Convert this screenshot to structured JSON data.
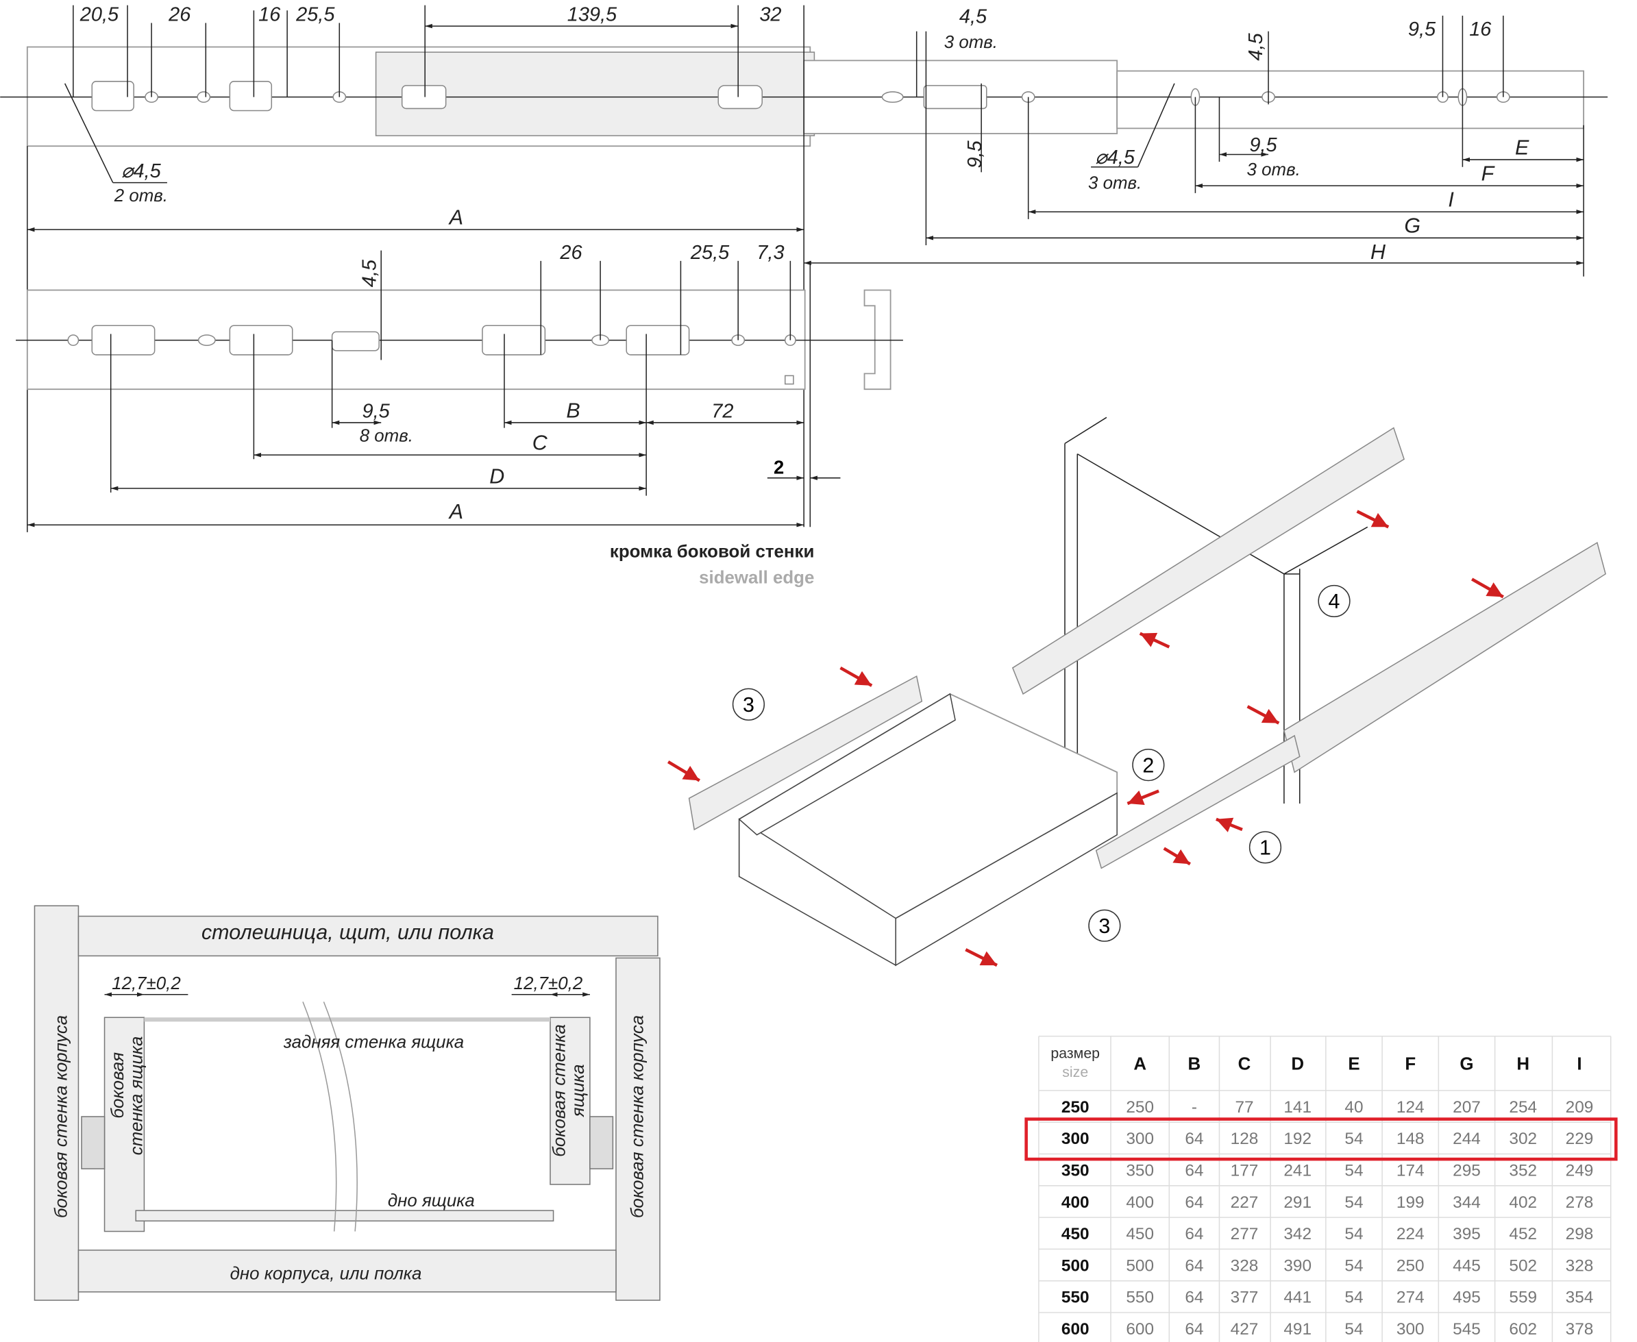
{
  "top_drawing": {
    "dims": {
      "d20_5": "20,5",
      "d26": "26",
      "d16": "16",
      "d25_5": "25,5",
      "d139_5": "139,5",
      "d32": "32",
      "d4_5a": "4,5",
      "holes3a": "3 отв.",
      "d9_5r": "9,5",
      "d16r": "16",
      "d4_5v": "4,5",
      "dia_left": "⌀4,5",
      "holes2": "2 отв.",
      "d9_5v": "9,5",
      "dia_right": "⌀4,5",
      "holes3b": "3 отв.",
      "d9_5b": "9,5",
      "holes3c": "3 отв.",
      "E": "E",
      "F": "F",
      "I": "I",
      "G": "G",
      "H": "H",
      "A": "A"
    }
  },
  "middle_drawing": {
    "dims": {
      "d4_5": "4,5",
      "d26": "26",
      "d25_5": "25,5",
      "d7_3": "7,3",
      "d9_5": "9,5",
      "holes8": "8 отв.",
      "B": "B",
      "d72": "72",
      "C": "C",
      "D": "D",
      "A": "A",
      "d2": "2"
    },
    "edge_label_ru": "кромка боковой стенки",
    "edge_label_en": "sidewall edge"
  },
  "assembly": {
    "steps": [
      "3",
      "4",
      "2",
      "1",
      "3"
    ]
  },
  "section": {
    "top": "столешница, щит, или полка",
    "gap_left": "12,7±0,2",
    "gap_right": "12,7±0,2",
    "back": "задняя стенка ящика",
    "bottom_drawer": "дно ящика",
    "bottom_cabinet": "дно корпуса, или полка",
    "side_cabinet_left": "боковая стенка корпуса",
    "side_drawer_left_1": "боковая",
    "side_drawer_left_2": "стенка ящика",
    "side_drawer_right_1": "боковая стенка",
    "side_drawer_right_2": "ящика",
    "side_cabinet_right": "боковая стенка корпуса"
  },
  "table": {
    "header_ru": "размер",
    "header_en": "size",
    "columns": [
      "A",
      "B",
      "C",
      "D",
      "E",
      "F",
      "G",
      "H",
      "I"
    ],
    "highlight_color": "#e0202a",
    "highlighted_size": "300",
    "rows": [
      {
        "size": "250",
        "values": [
          "250",
          "-",
          "77",
          "141",
          "40",
          "124",
          "207",
          "254",
          "209"
        ]
      },
      {
        "size": "300",
        "values": [
          "300",
          "64",
          "128",
          "192",
          "54",
          "148",
          "244",
          "302",
          "229"
        ]
      },
      {
        "size": "350",
        "values": [
          "350",
          "64",
          "177",
          "241",
          "54",
          "174",
          "295",
          "352",
          "249"
        ]
      },
      {
        "size": "400",
        "values": [
          "400",
          "64",
          "227",
          "291",
          "54",
          "199",
          "344",
          "402",
          "278"
        ]
      },
      {
        "size": "450",
        "values": [
          "450",
          "64",
          "277",
          "342",
          "54",
          "224",
          "395",
          "452",
          "298"
        ]
      },
      {
        "size": "500",
        "values": [
          "500",
          "64",
          "328",
          "390",
          "54",
          "250",
          "445",
          "502",
          "328"
        ]
      },
      {
        "size": "550",
        "values": [
          "550",
          "64",
          "377",
          "441",
          "54",
          "274",
          "495",
          "559",
          "354"
        ]
      },
      {
        "size": "600",
        "values": [
          "600",
          "64",
          "427",
          "491",
          "54",
          "300",
          "545",
          "602",
          "378"
        ]
      }
    ]
  }
}
